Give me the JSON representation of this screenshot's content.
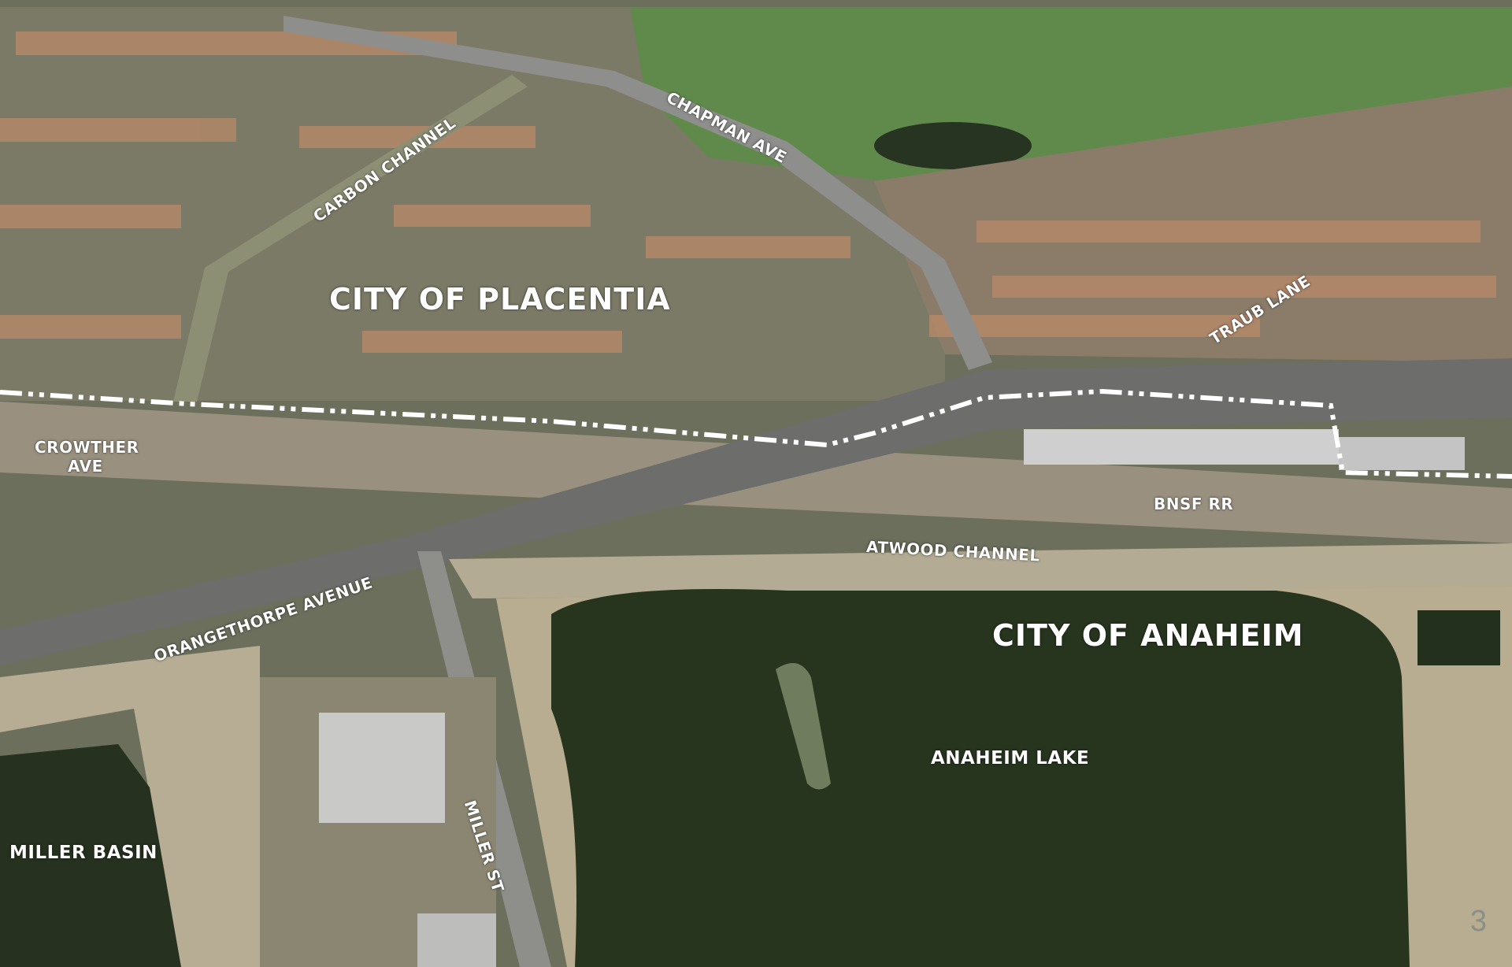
{
  "colors": {
    "accent_bar": "#f59c00",
    "boundary_line": "#ffffff",
    "label_text": "#ffffff"
  },
  "labels": {
    "city_placentia": "CITY OF PLACENTIA",
    "city_anaheim": "CITY OF ANAHEIM",
    "carbon_channel": "CARBON CHANNEL",
    "chapman_ave": "CHAPMAN AVE",
    "traub_lane": "TRAUB LANE",
    "crowther_ave_line1": "CROWTHER",
    "crowther_ave_line2": "AVE",
    "bnsf_rr": "BNSF RR",
    "atwood_channel": "ATWOOD CHANNEL",
    "orangethorpe_avenue": "ORANGETHORPE AVENUE",
    "miller_st": "MILLER ST",
    "anaheim_lake": "ANAHEIM LAKE",
    "miller_basin": "MILLER BASIN"
  },
  "page_number": "3"
}
